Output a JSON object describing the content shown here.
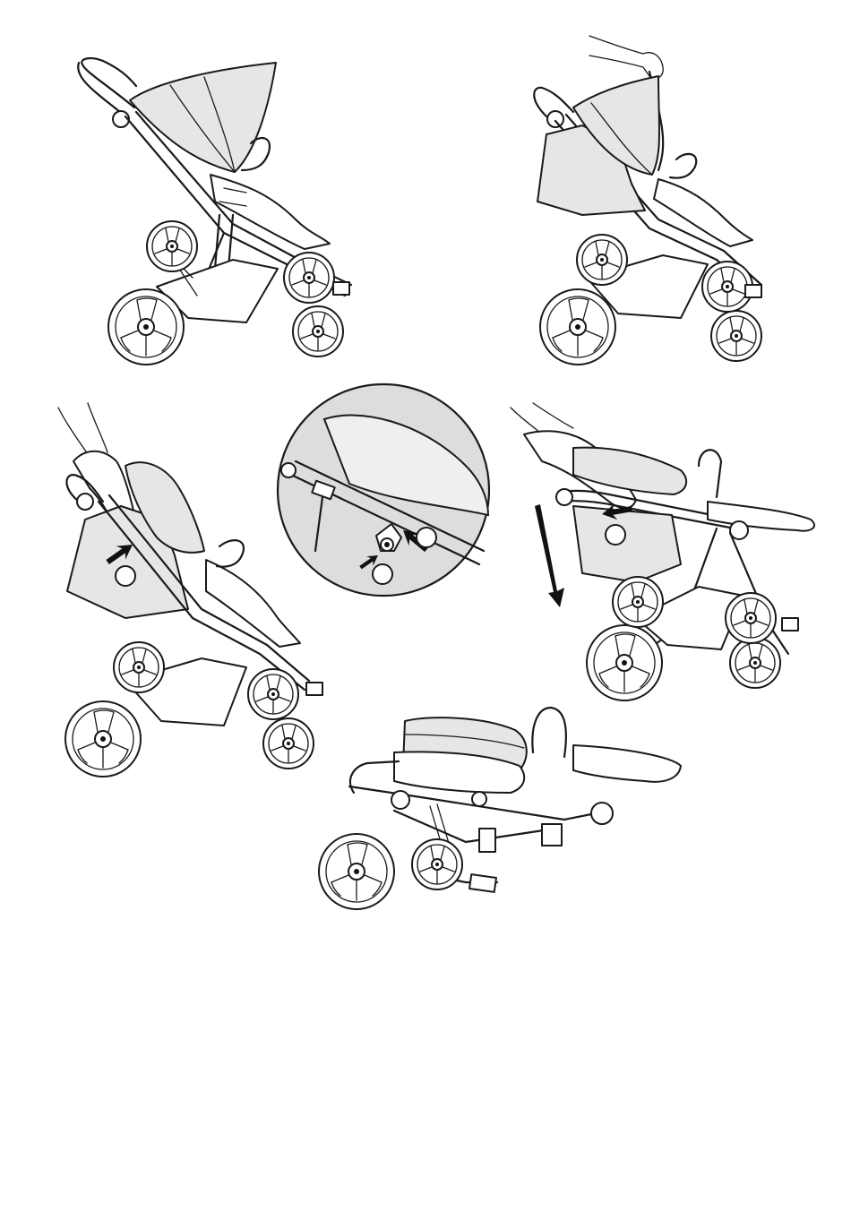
{
  "page": {
    "background": "#ffffff",
    "line_color": "#1a1a1a",
    "fill_color": "#e6e6e6"
  },
  "steps": [
    {
      "id": "step-1",
      "description": "stroller-unfolded"
    },
    {
      "id": "step-2",
      "description": "canopy-folded-back"
    },
    {
      "id": "step-3",
      "description": "press-fold-button"
    },
    {
      "id": "detail",
      "description": "fold-button-closeup"
    },
    {
      "id": "step-4",
      "description": "push-handle-down"
    },
    {
      "id": "step-5",
      "description": "stroller-folded"
    }
  ],
  "callouts": {
    "step3_circle": "",
    "detail_circle_1": "",
    "detail_circle_2": "",
    "step4_circle": ""
  },
  "icons": [
    "arrow-icon",
    "wheel-icon",
    "hand-icon",
    "canopy-icon",
    "basket-icon"
  ]
}
